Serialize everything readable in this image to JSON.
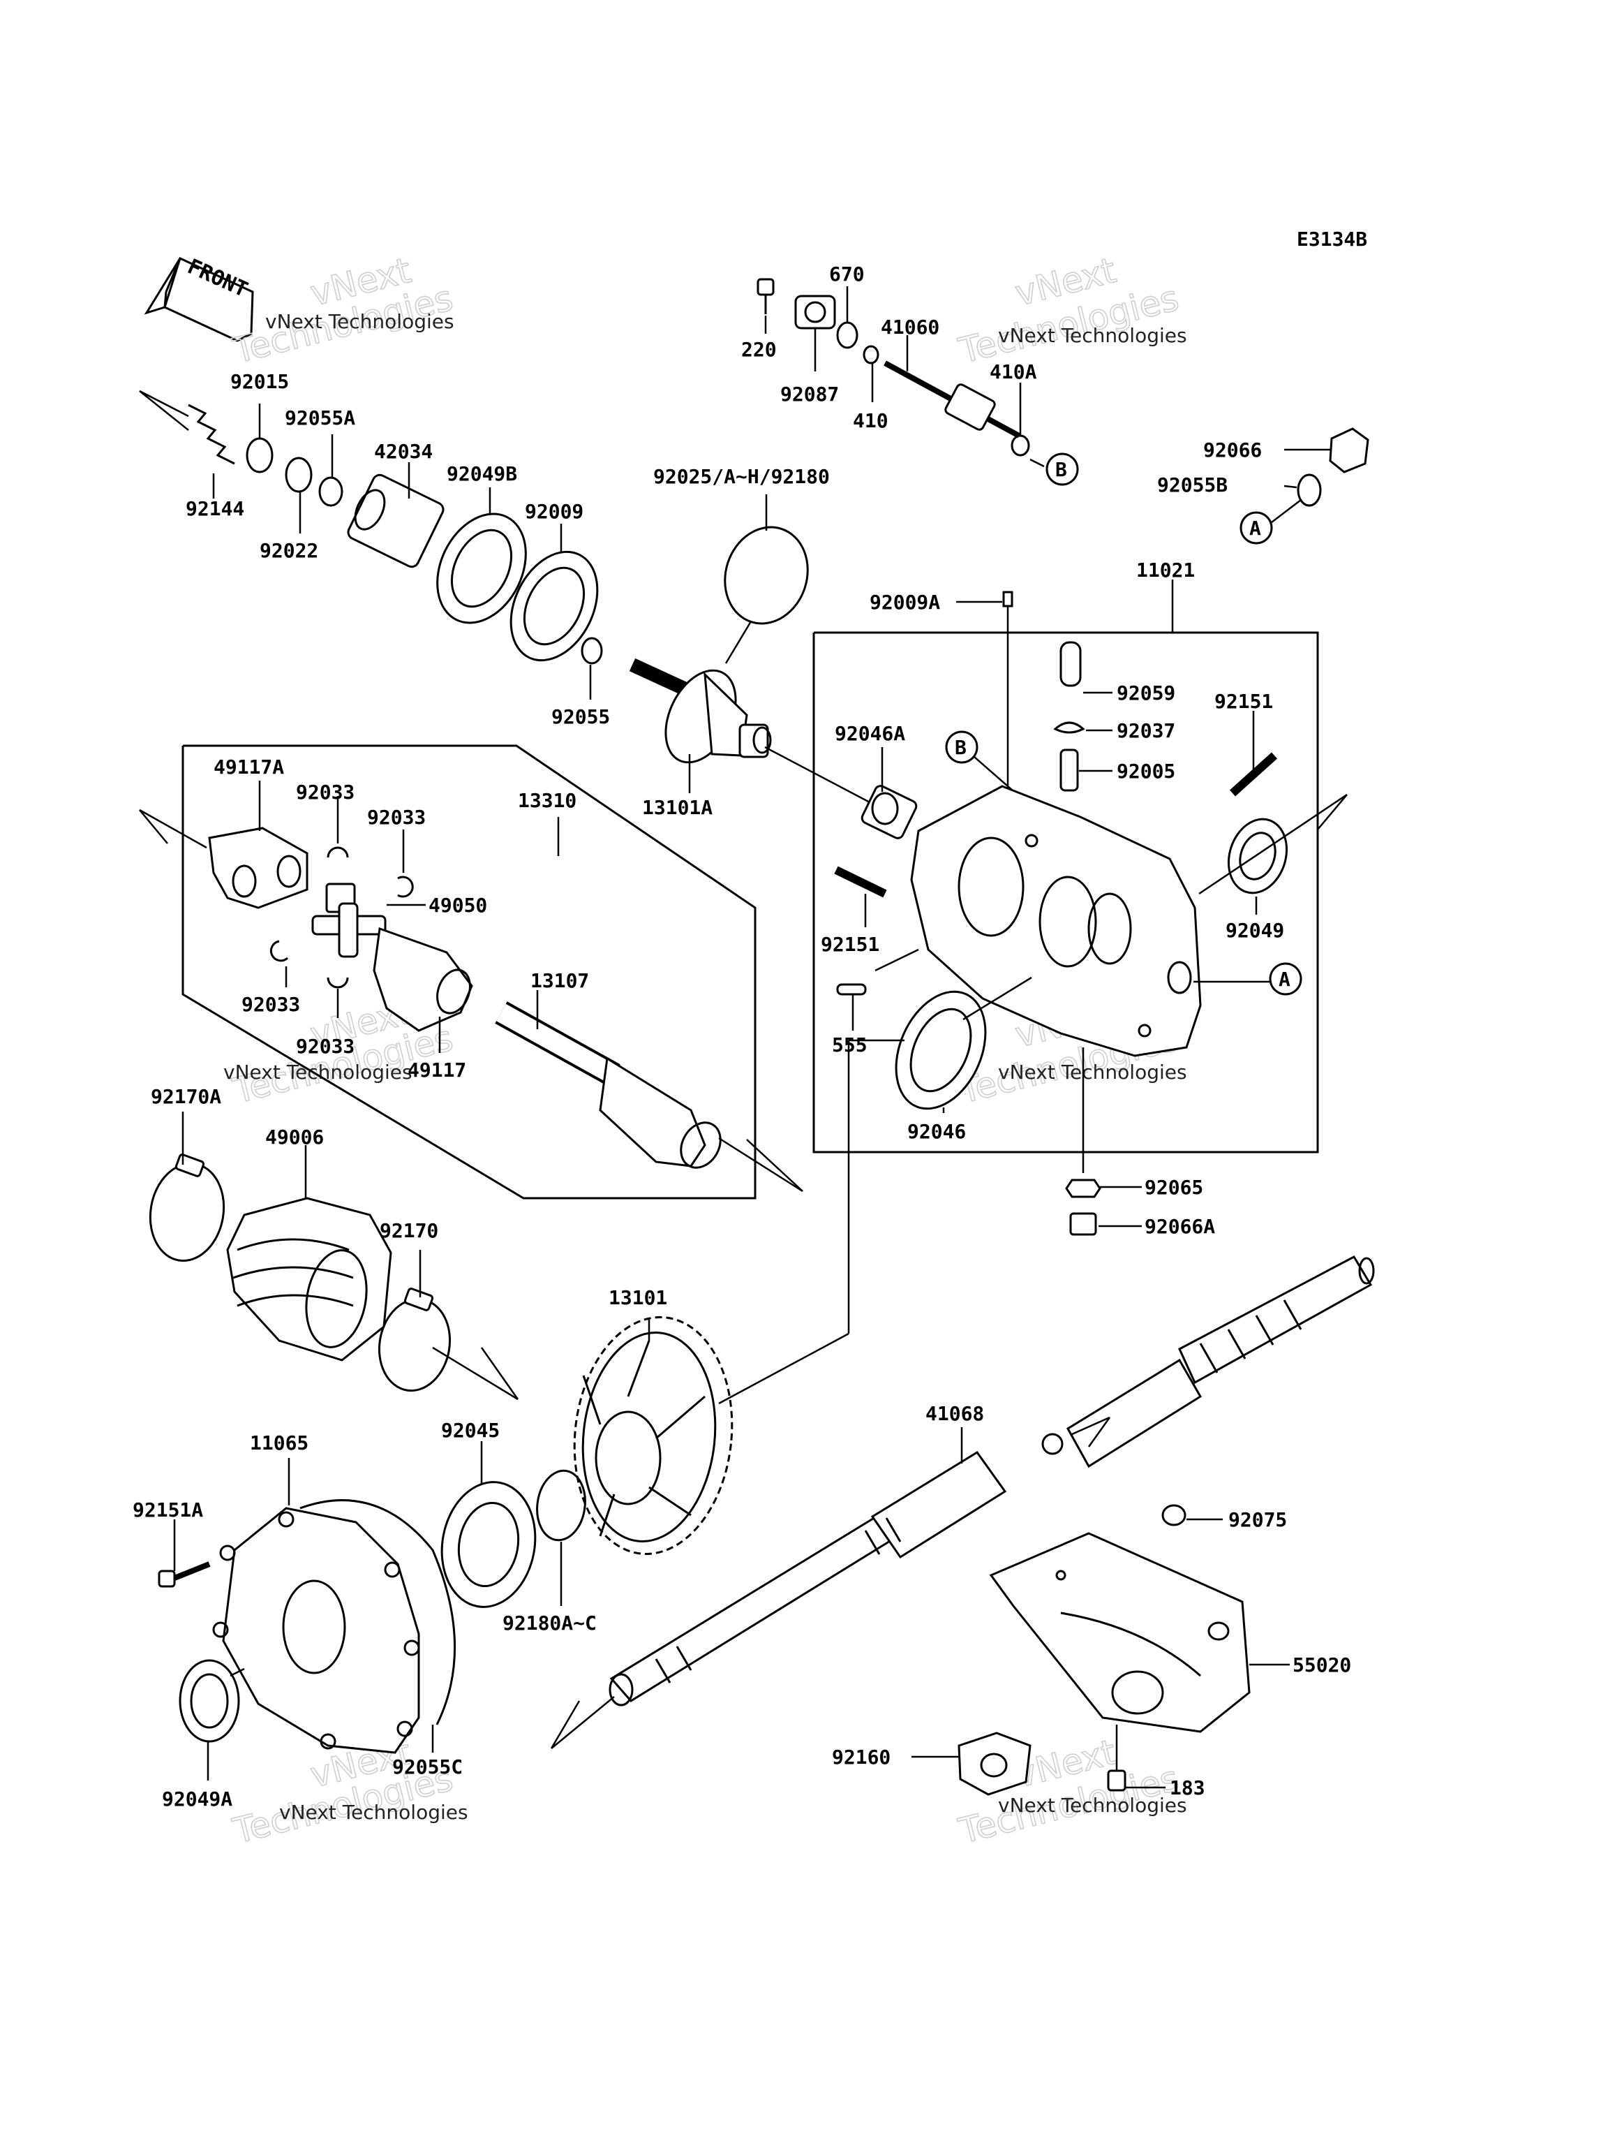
{
  "diagram_code": "E3134B",
  "front_label": "FRONT",
  "watermark_main": "vNext Technologies",
  "watermark_word1": "vNext",
  "watermark_word2": "Technologies",
  "callouts": {
    "A": "A",
    "B": "B"
  },
  "parts": {
    "p670": "670",
    "p220": "220",
    "p41060": "41060",
    "p92087": "92087",
    "p410": "410",
    "p410A": "410A",
    "p92015": "92015",
    "p92055A": "92055A",
    "p92144": "92144",
    "p92022": "92022",
    "p42034": "42034",
    "p92049B": "92049B",
    "p92009": "92009",
    "p92066": "92066",
    "p92055B": "92055B",
    "p92025": "92025/A~H/92180",
    "p92009A": "92009A",
    "p11021": "11021",
    "p92059": "92059",
    "p92037": "92037",
    "p92005": "92005",
    "p92151_top": "92151",
    "p92055": "92055",
    "p92046A": "92046A",
    "p13101A": "13101A",
    "p49117A": "49117A",
    "p92033_1": "92033",
    "p92033_2": "92033",
    "p13310": "13310",
    "p49050": "49050",
    "p92151_mid": "92151",
    "p92049": "92049",
    "p13107": "13107",
    "p555": "555",
    "p92033_3": "92033",
    "p92033_4": "92033",
    "p49117": "49117",
    "p92046": "92046",
    "p92170A": "92170A",
    "p49006": "49006",
    "p92065": "92065",
    "p92066A": "92066A",
    "p92170": "92170",
    "p13101": "13101",
    "p41068": "41068",
    "p11065": "11065",
    "p92045": "92045",
    "p92151A": "92151A",
    "p92075": "92075",
    "p92180A": "92180A~C",
    "p55020": "55020",
    "p92055C": "92055C",
    "p92160": "92160",
    "p92049A": "92049A",
    "p183": "183"
  }
}
